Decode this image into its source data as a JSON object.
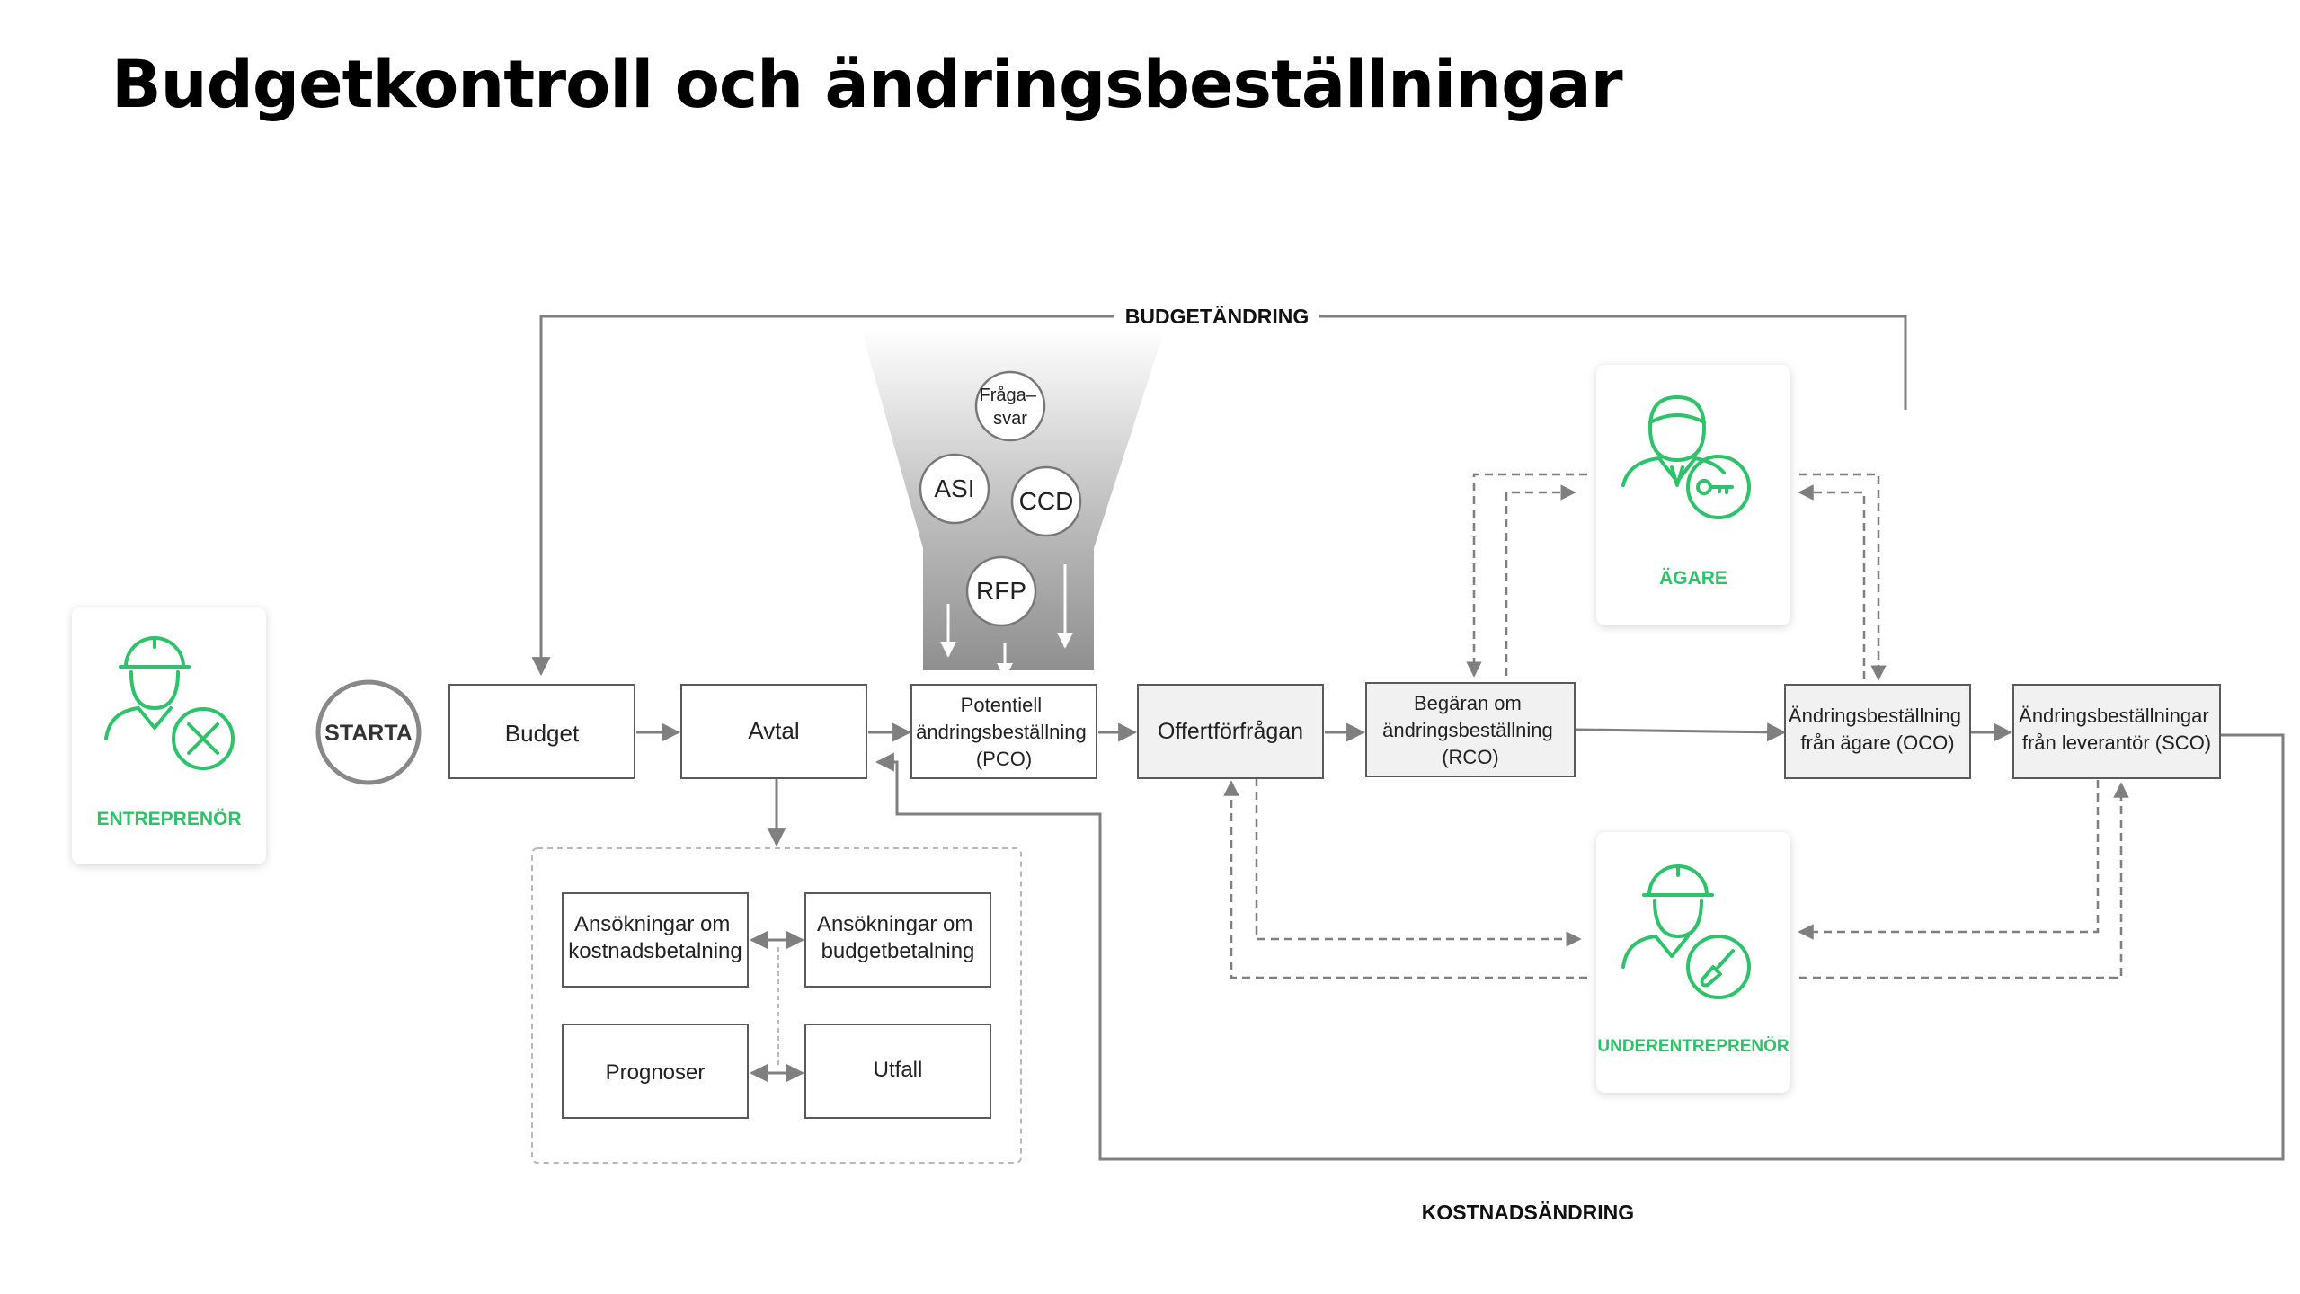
{
  "title": "Budgetkontroll och ändringsbeställningar",
  "colors": {
    "accent_green": "#2ec26b",
    "line_gray": "#7f7f7f",
    "box_border": "#5a5a5a",
    "box_fill_gray": "#f1f1f1"
  },
  "roles": {
    "contractor": {
      "label": "ENTREPRENÖR",
      "icon": "worker-tools-icon"
    },
    "owner": {
      "label": "ÄGARE",
      "icon": "businessman-key-icon"
    },
    "subcontractor": {
      "label": "UNDERENTREPRENÖR",
      "icon": "worker-shovel-icon"
    }
  },
  "start": {
    "label": "STARTA"
  },
  "boxes": {
    "budget": [
      "Budget"
    ],
    "contract": [
      "Avtal"
    ],
    "pco": [
      "Potentiell",
      "ändringsbeställning",
      "(PCO)"
    ],
    "rfq": [
      "Offertförfrågan"
    ],
    "rco": [
      "Begäran om",
      "ändringsbeställning",
      "(RCO)"
    ],
    "oco": [
      "Ändringsbeställning",
      "från ägare (OCO)"
    ],
    "sco": [
      "Ändringsbeställningar",
      "från leverantör (SCO)"
    ]
  },
  "funnel": {
    "circles": [
      {
        "lines": [
          "Fråga–",
          "svar"
        ]
      },
      {
        "lines": [
          "ASI"
        ]
      },
      {
        "lines": [
          "CCD"
        ]
      },
      {
        "lines": [
          "RFP"
        ]
      }
    ]
  },
  "subgroup": {
    "cost_payment": [
      "Ansökningar om",
      "kostnadsbetalning"
    ],
    "budget_payment": [
      "Ansökningar om",
      "budgetbetalning"
    ],
    "forecasts": [
      "Prognoser"
    ],
    "outcome": [
      "Utfall"
    ]
  },
  "edge_labels": {
    "budget_change": "BUDGETÄNDRING",
    "cost_change": "KOSTNADSÄNDRING"
  }
}
